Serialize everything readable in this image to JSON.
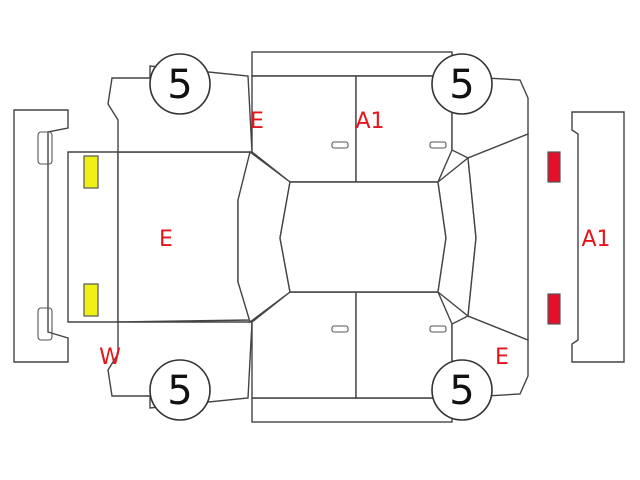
{
  "colors": {
    "mark_text": "#e8141c",
    "lamp_front": "#f2ee18",
    "lamp_rear": "#e3102a",
    "outline": "#444444"
  },
  "tires": {
    "front_left": "5",
    "rear_left": "5",
    "front_right": "5",
    "rear_right": "5"
  },
  "damage_marks": {
    "left_front_door": "E",
    "left_rear_door": "A1",
    "hood": "E",
    "rear_bumper": "A1",
    "right_front_corner": "W",
    "right_rear_fender": "E"
  },
  "icons": {
    "headlamp": "yellow-rectangle",
    "tail_lamp": "red-rectangle"
  }
}
